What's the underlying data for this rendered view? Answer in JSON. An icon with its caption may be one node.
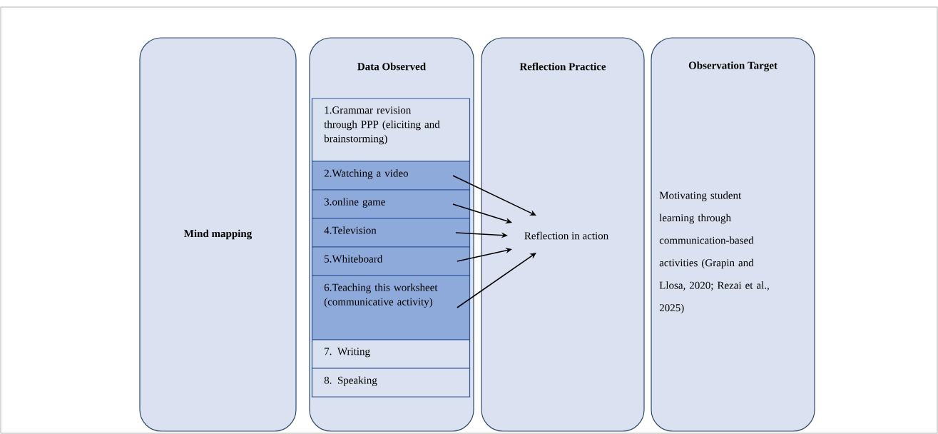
{
  "diagram": {
    "nodes": [
      {
        "text": [
          "Mind mapping"
        ]
      },
      {
        "text": [
          "Data Observed"
        ]
      },
      {
        "text": [
          "1.Grammar revision through PPP (eliciting and brainstorming)"
        ],
        "in": 1
      },
      {
        "text": [
          "2.Watching a video"
        ],
        "in": 1
      },
      {
        "text": [
          "3.online game"
        ],
        "in": 1
      },
      {
        "text": [
          "4.Television"
        ],
        "in": 1
      },
      {
        "text": [
          "5.Whiteboard"
        ],
        "in": 1
      },
      {
        "text": [
          "6.Teaching this worksheet (communicative activity)"
        ],
        "in": 1
      },
      {
        "text": [
          "7. Writing"
        ],
        "in": 1
      },
      {
        "text": [
          "8. Speaking"
        ],
        "in": 1
      },
      {
        "text": [
          "Reflection Practice"
        ]
      },
      {
        "text": [
          "Reflection in action"
        ],
        "in": 10
      },
      {
        "text": [
          "Observation Target",
          "Motivating student learning through communication-based activities (Grapin and Llosa, 2020; Rezai et al., 2025)"
        ]
      }
    ],
    "edges": [
      {
        "from": 3,
        "to": 11,
        "arrow": "to"
      },
      {
        "from": 4,
        "to": 11,
        "arrow": "to"
      },
      {
        "from": 5,
        "to": 11,
        "arrow": "to"
      },
      {
        "from": 6,
        "to": 11,
        "arrow": "to"
      },
      {
        "from": 7,
        "to": 11,
        "arrow": "to"
      }
    ]
  }
}
